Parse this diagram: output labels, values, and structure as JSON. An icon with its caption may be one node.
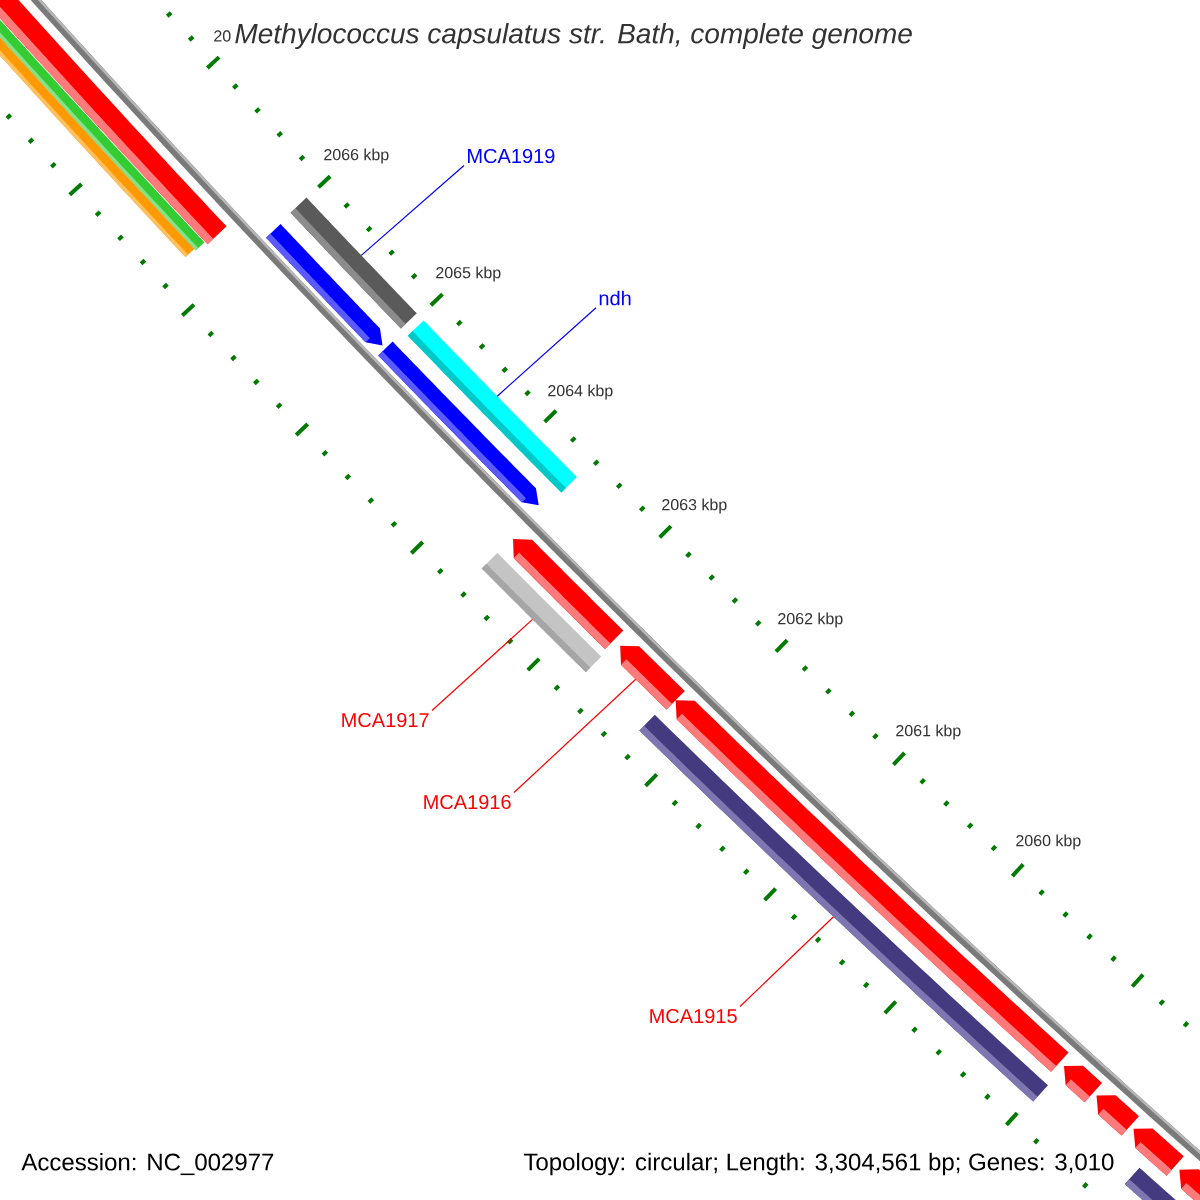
{
  "diagram": {
    "title": "Methylococcus capsulatus str. Bath, complete genome",
    "nodes": [
      {
        "text": [
          "MCA1919"
        ]
      },
      {
        "text": [
          "ndh"
        ]
      },
      {
        "text": [
          "MCA1917"
        ]
      },
      {
        "text": [
          "MCA1916"
        ]
      },
      {
        "text": [
          "MCA1915"
        ]
      },
      {
        "text": [],
        "shape": "bar"
      },
      {
        "text": [],
        "shape": "bar"
      },
      {
        "text": [],
        "shape": "bar"
      },
      {
        "text": [],
        "shape": "bar"
      },
      {
        "text": [],
        "shape": "bar"
      }
    ],
    "edges": [
      {
        "from": 0,
        "to": 5,
        "arrow": "none",
        "color": "#0000ff"
      },
      {
        "from": 1,
        "to": 6,
        "arrow": "none",
        "color": "#0000ff"
      },
      {
        "from": 2,
        "to": 7,
        "arrow": "none"
      },
      {
        "from": 3,
        "to": 8,
        "arrow": "none"
      },
      {
        "from": 4,
        "to": 9,
        "arrow": "none"
      }
    ],
    "labels": [
      "20",
      "2066 kbp",
      "2065 kbp",
      "2064 kbp",
      "2063 kbp",
      "2062 kbp",
      "2061 kbp",
      "2060 kbp",
      "Accession: NC_002977",
      "Topology: circular; Length: 3,304,561 bp; Genes: 3,010"
    ]
  }
}
